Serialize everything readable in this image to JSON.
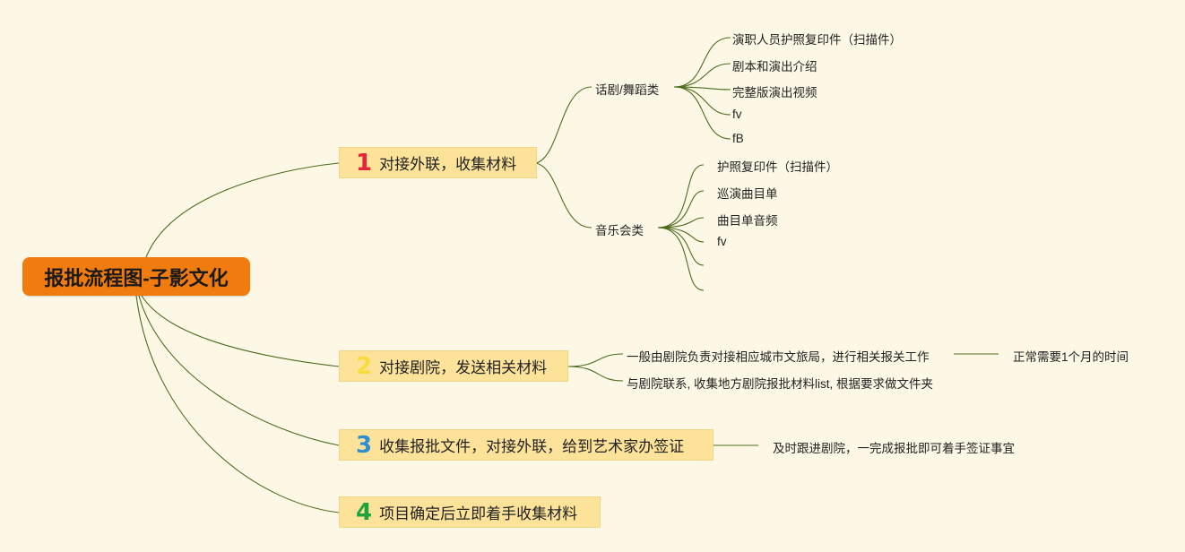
{
  "root": {
    "label": "报批流程图-子影文化"
  },
  "branches": [
    {
      "num": "1",
      "num_color": "#e8243a",
      "label": "对接外联，收集材料",
      "children": [
        {
          "label": "话剧/舞蹈类",
          "items": [
            "演职人员护照复印件（扫描件）",
            "剧本和演出介绍",
            "完整版演出视频",
            "fv",
            "fB"
          ]
        },
        {
          "label": "音乐会类",
          "items": [
            "护照复印件（扫描件）",
            "巡演曲目单",
            "曲目单音频",
            "fv",
            "",
            ""
          ]
        }
      ]
    },
    {
      "num": "2",
      "num_color": "#f7dc3c",
      "label": "对接剧院，发送相关材料",
      "items": [
        {
          "label": "一般由剧院负责对接相应城市文旅局，进行相关报关工作",
          "note": "正常需要1个月的时间"
        },
        {
          "label": "与剧院联系, 收集地方剧院报批材料list, 根据要求做文件夹"
        }
      ]
    },
    {
      "num": "3",
      "num_color": "#2d8fd0",
      "label": "收集报批文件，对接外联，给到艺术家办签证",
      "note": "及时跟进剧院，一完成报批即可着手签证事宜"
    },
    {
      "num": "4",
      "num_color": "#21a33c",
      "label": "项目确定后立即着手收集材料"
    }
  ]
}
